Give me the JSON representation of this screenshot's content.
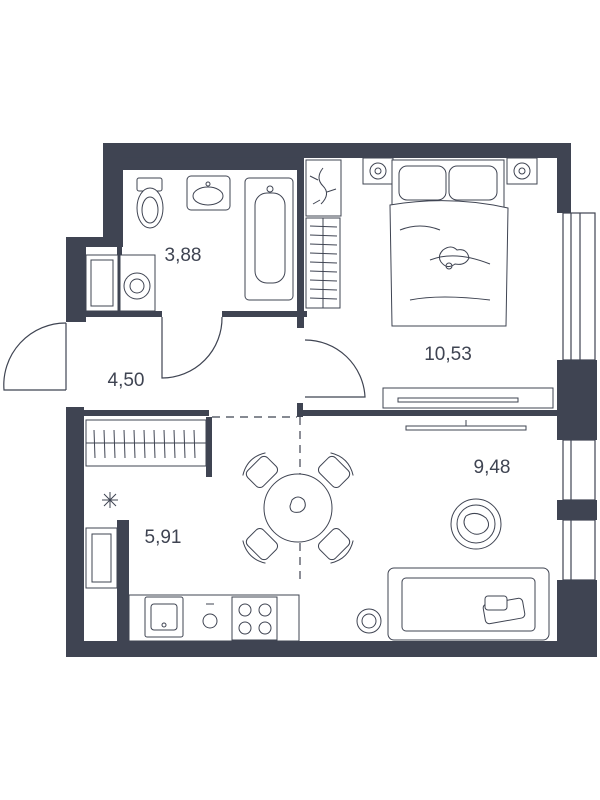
{
  "floor_plan": {
    "rooms": [
      {
        "id": "bathroom",
        "area": "3,88"
      },
      {
        "id": "hallway",
        "area": "4,50"
      },
      {
        "id": "bedroom",
        "area": "10,53"
      },
      {
        "id": "living-room",
        "area": "9,48"
      },
      {
        "id": "kitchen",
        "area": "5,91"
      }
    ]
  },
  "colors": {
    "wall": "#3f4452",
    "background": "#ffffff"
  }
}
